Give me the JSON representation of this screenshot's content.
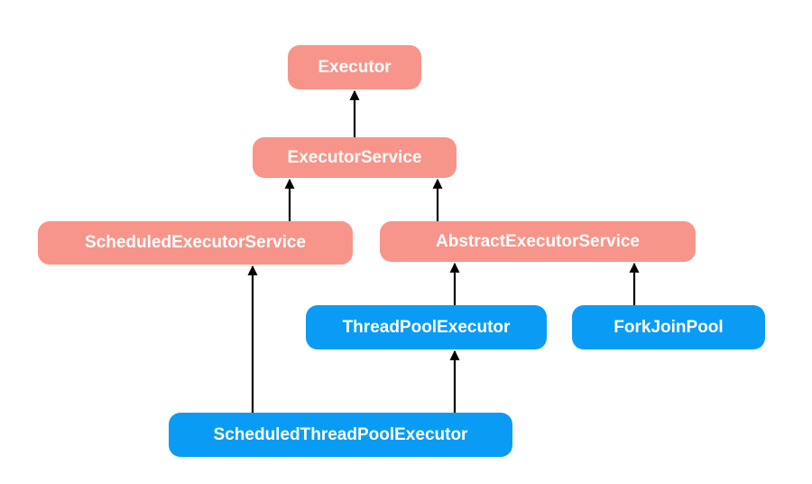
{
  "colors": {
    "interface": "#f7958a",
    "class": "#0a9cf5",
    "arrow": "#000000",
    "label": "#ffffff"
  },
  "nodes": {
    "executor": {
      "label": "Executor",
      "kind": "interface"
    },
    "executor_service": {
      "label": "ExecutorService",
      "kind": "interface"
    },
    "scheduled_executor_service": {
      "label": "ScheduledExecutorService",
      "kind": "interface"
    },
    "abstract_executor_service": {
      "label": "AbstractExecutorService",
      "kind": "interface"
    },
    "thread_pool_executor": {
      "label": "ThreadPoolExecutor",
      "kind": "class"
    },
    "fork_join_pool": {
      "label": "ForkJoinPool",
      "kind": "class"
    },
    "scheduled_thread_pool_executor": {
      "label": "ScheduledThreadPoolExecutor",
      "kind": "class"
    }
  },
  "edges": [
    {
      "from": "executor_service",
      "to": "executor"
    },
    {
      "from": "scheduled_executor_service",
      "to": "executor_service"
    },
    {
      "from": "abstract_executor_service",
      "to": "executor_service"
    },
    {
      "from": "thread_pool_executor",
      "to": "abstract_executor_service"
    },
    {
      "from": "fork_join_pool",
      "to": "abstract_executor_service"
    },
    {
      "from": "scheduled_thread_pool_executor",
      "to": "scheduled_executor_service"
    },
    {
      "from": "scheduled_thread_pool_executor",
      "to": "thread_pool_executor"
    }
  ]
}
